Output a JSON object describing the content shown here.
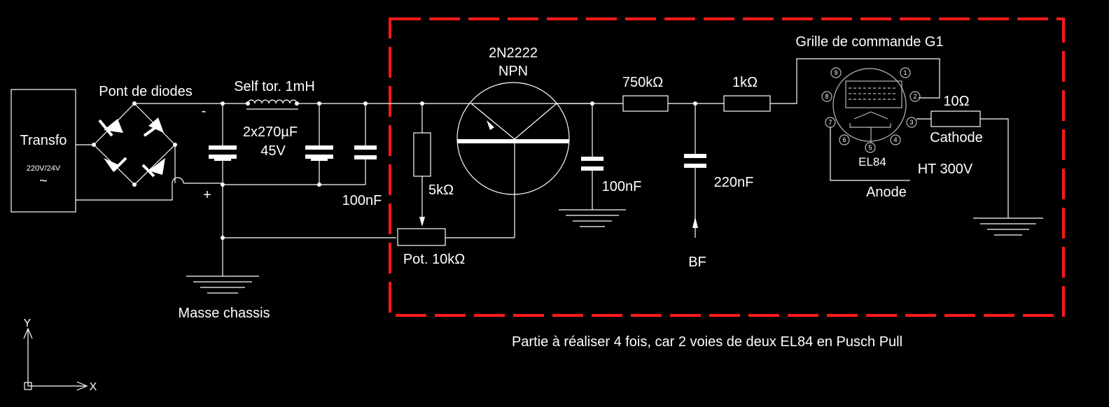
{
  "labels": {
    "transfo": "Transfo",
    "transfo_rating": "220V/24V",
    "transfo_ac": "~",
    "bridge": "Pont de diodes",
    "choke": "Self tor. 1mH",
    "filter_caps": "2x270µF",
    "filter_voltage": "45V",
    "cap_100nf_a": "100nF",
    "minus": "-",
    "plus": "+",
    "ground_chassis": "Masse chassis",
    "transistor_model": "2N2222",
    "transistor_type": "NPN",
    "r_5k": "5kΩ",
    "pot": "Pot. 10kΩ",
    "r_750k": "750kΩ",
    "cap_100nf_b": "100nF",
    "r_1k": "1kΩ",
    "cap_220nf": "220nF",
    "bf": "BF",
    "grid": "Grille de commande G1",
    "tube": "EL84",
    "r_10": "10Ω",
    "cathode": "Cathode",
    "ht": "HT 300V",
    "anode": "Anode",
    "caption": "Partie à réaliser 4 fois, car 2 voies de deux EL84 en Pusch Pull",
    "axis_y": "Y",
    "axis_x": "X"
  },
  "tube_pins": [
    "1",
    "2",
    "3",
    "4",
    "5",
    "6",
    "7",
    "8",
    "9"
  ],
  "colors": {
    "background": "#000000",
    "wire": "#ffffff",
    "frame": "#ff1a1a"
  }
}
